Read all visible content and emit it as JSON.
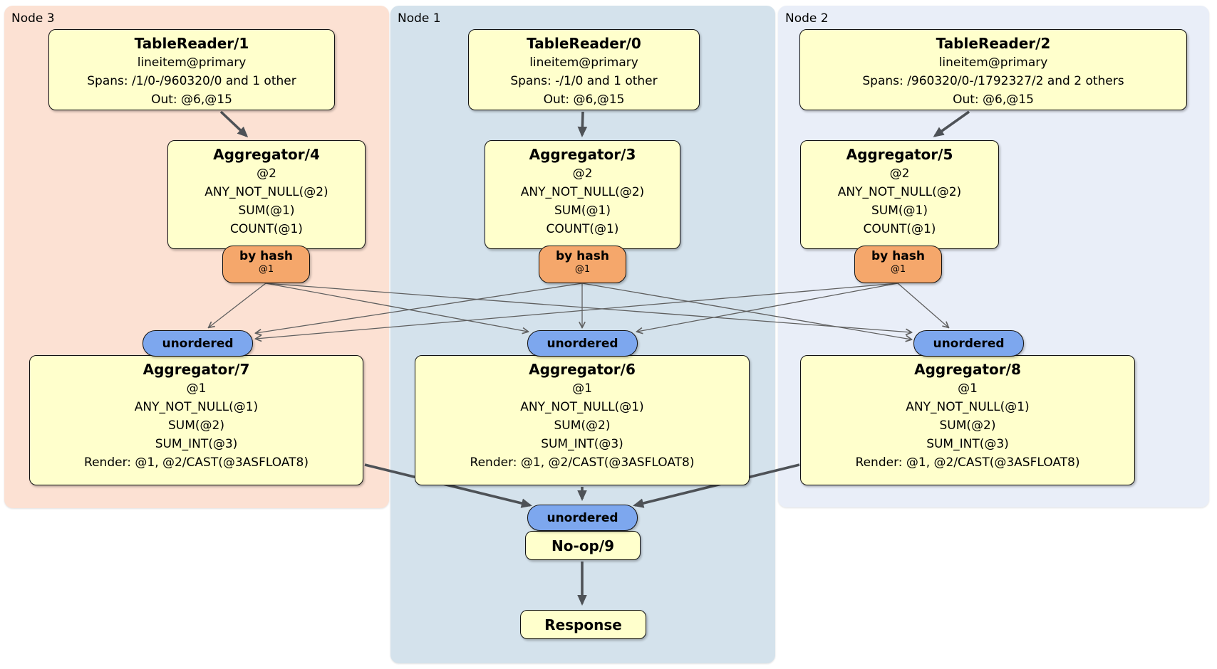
{
  "groups": [
    {
      "id": "node3",
      "label": "Node 3",
      "color": "#fce1d3"
    },
    {
      "id": "node1",
      "label": "Node 1",
      "color": "#d4e2ec"
    },
    {
      "id": "node2",
      "label": "Node 2",
      "color": "#e9eef8"
    }
  ],
  "processors": {
    "tr1": {
      "title": "TableReader/1",
      "lines": [
        "lineitem@primary",
        "Spans: /1/0-/960320/0 and 1 other",
        "Out: @6,@15"
      ]
    },
    "tr0": {
      "title": "TableReader/0",
      "lines": [
        "lineitem@primary",
        "Spans: -/1/0 and 1 other",
        "Out: @6,@15"
      ]
    },
    "tr2": {
      "title": "TableReader/2",
      "lines": [
        "lineitem@primary",
        "Spans: /960320/0-/1792327/2 and 2 others",
        "Out: @6,@15"
      ]
    },
    "agg4": {
      "title": "Aggregator/4",
      "lines": [
        "@2",
        "ANY_NOT_NULL(@2)",
        "SUM(@1)",
        "COUNT(@1)"
      ]
    },
    "agg3": {
      "title": "Aggregator/3",
      "lines": [
        "@2",
        "ANY_NOT_NULL(@2)",
        "SUM(@1)",
        "COUNT(@1)"
      ]
    },
    "agg5": {
      "title": "Aggregator/5",
      "lines": [
        "@2",
        "ANY_NOT_NULL(@2)",
        "SUM(@1)",
        "COUNT(@1)"
      ]
    },
    "agg7": {
      "title": "Aggregator/7",
      "lines": [
        "@1",
        "ANY_NOT_NULL(@1)",
        "SUM(@2)",
        "SUM_INT(@3)",
        "Render: @1, @2/CAST(@3ASFLOAT8)"
      ]
    },
    "agg6": {
      "title": "Aggregator/6",
      "lines": [
        "@1",
        "ANY_NOT_NULL(@1)",
        "SUM(@2)",
        "SUM_INT(@3)",
        "Render: @1, @2/CAST(@3ASFLOAT8)"
      ]
    },
    "agg8": {
      "title": "Aggregator/8",
      "lines": [
        "@1",
        "ANY_NOT_NULL(@1)",
        "SUM(@2)",
        "SUM_INT(@3)",
        "Render: @1, @2/CAST(@3ASFLOAT8)"
      ]
    },
    "noop": {
      "title": "No-op/9"
    },
    "resp": {
      "title": "Response"
    }
  },
  "router": {
    "label": "by hash",
    "detail": "@1"
  },
  "sync": {
    "label": "unordered"
  },
  "colors": {
    "box-fill": "#ffffcc",
    "router-fill": "#f5a76b",
    "sync-fill": "#7da7ee",
    "thin-edge": "#5f5f5f",
    "thick-edge": "#4e5257"
  }
}
